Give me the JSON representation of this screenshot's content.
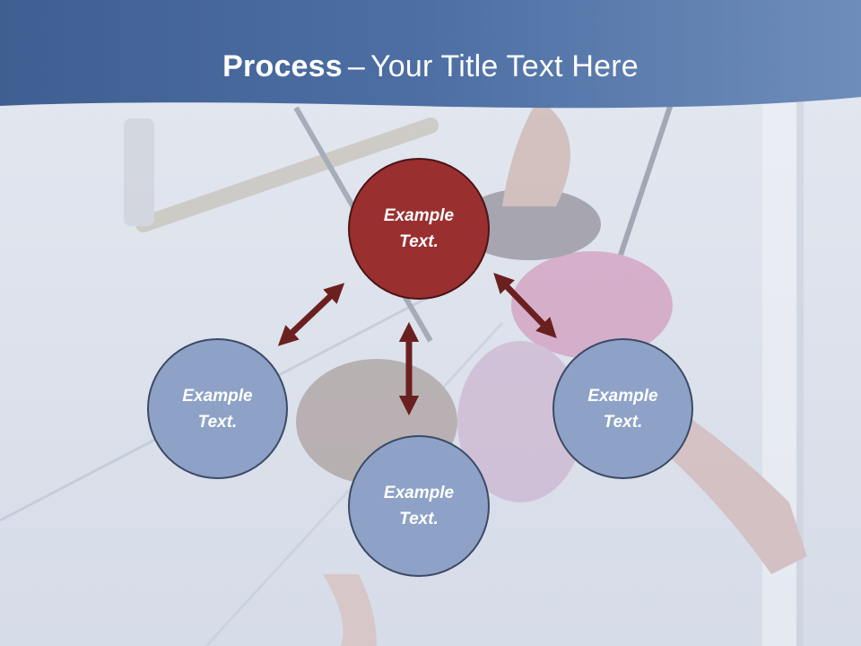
{
  "title": {
    "bold": "Process",
    "dash": "–",
    "rest": "Your Title Text Here"
  },
  "nodes": {
    "center": "Example Text.",
    "left": "Example Text.",
    "right": "Example Text.",
    "bottom": "Example Text."
  },
  "colors": {
    "header": "#4b6fa3",
    "center_node": "#9a2f30",
    "satellite_node": "#8da2c6",
    "arrow": "#6b2020"
  }
}
